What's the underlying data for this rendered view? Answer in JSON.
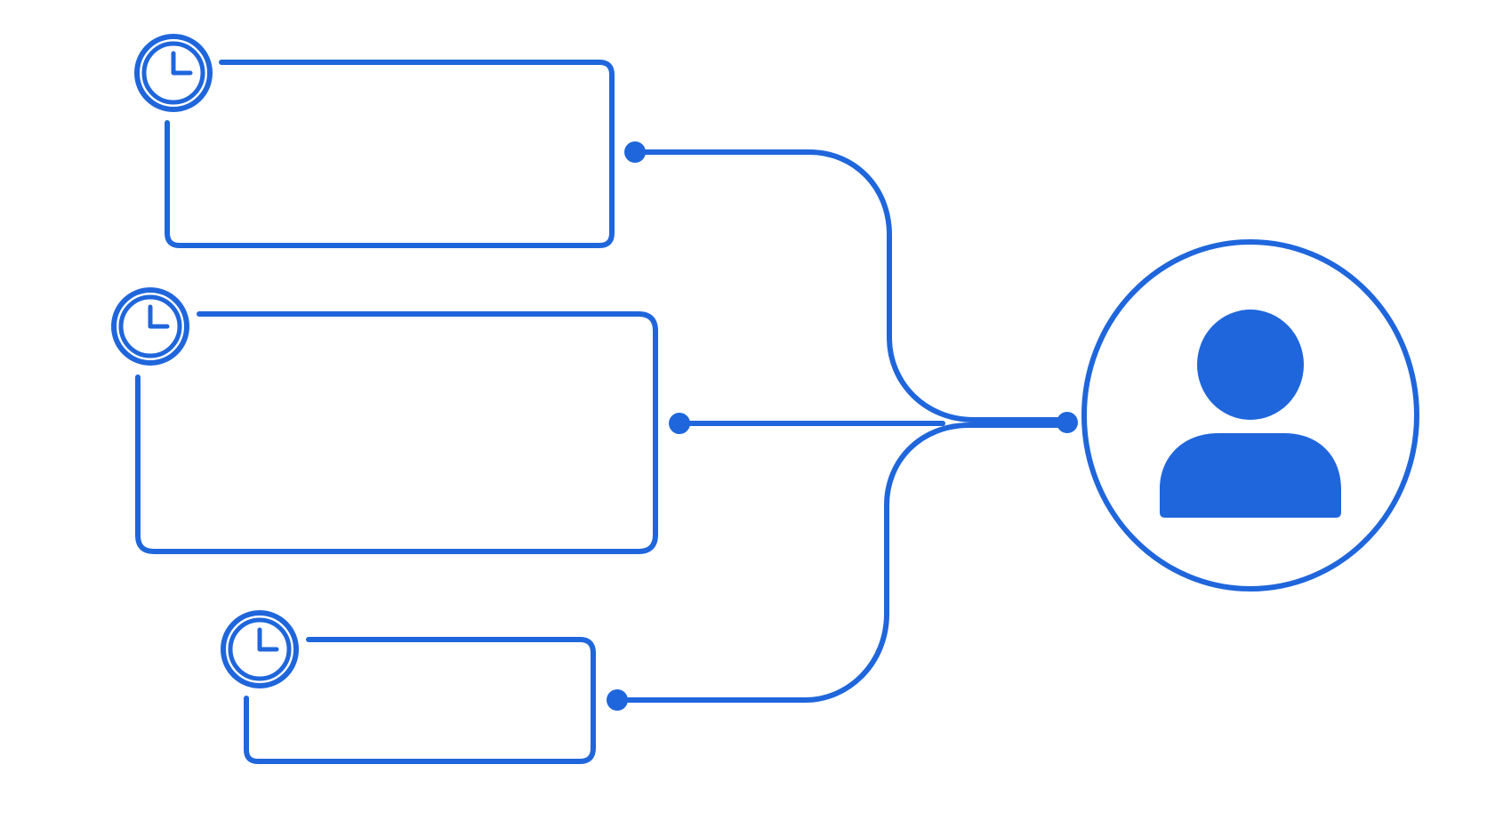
{
  "diagram": {
    "accent_color": "#1f66dc",
    "background_color": "#ffffff",
    "cards": [
      {
        "id": "card-1",
        "icon": "clock-icon",
        "connector": "dot-connector"
      },
      {
        "id": "card-2",
        "icon": "clock-icon",
        "connector": "dot-connector"
      },
      {
        "id": "card-3",
        "icon": "clock-icon",
        "connector": "dot-connector"
      }
    ],
    "hub": {
      "icon": "user-icon",
      "connector": "dot-connector"
    }
  }
}
